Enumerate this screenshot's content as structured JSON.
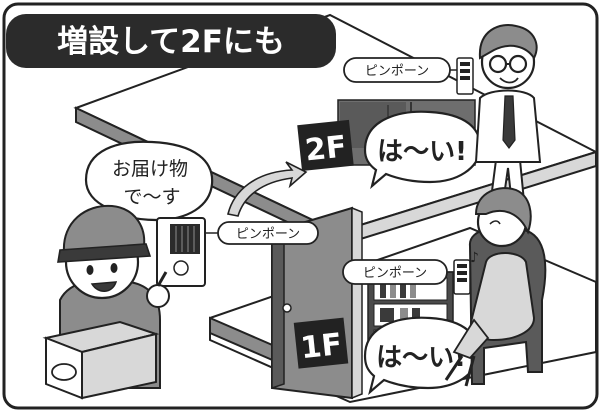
{
  "title": "増設して2Fにも",
  "floors": [
    {
      "label": "2F",
      "chime": "ピンポーン",
      "reply": "は〜い!"
    },
    {
      "label": "1F",
      "chime": "ピンポーン",
      "reply": "は〜い!"
    }
  ],
  "entrance": {
    "chime": "ピンポーン",
    "speech_line1": "お届け物",
    "speech_line2": "で〜す"
  },
  "colors": {
    "outline": "#222222",
    "shade_dark": "#3a3a3a",
    "shade_mid": "#8c8c8c",
    "shade_light": "#d8d8d8",
    "paper": "#ffffff"
  }
}
